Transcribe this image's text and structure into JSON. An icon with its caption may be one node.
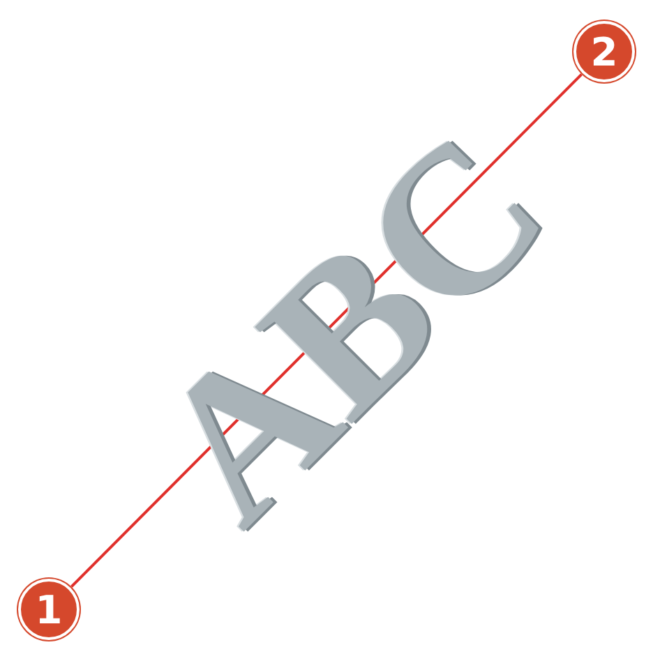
{
  "diagram": {
    "nodes": [
      {
        "text": [
          "1"
        ]
      },
      {
        "text": [
          "2"
        ]
      }
    ],
    "edges": [
      {
        "from": 0,
        "to": 1,
        "arrow": "none"
      }
    ],
    "labels": [
      "ABC"
    ]
  }
}
